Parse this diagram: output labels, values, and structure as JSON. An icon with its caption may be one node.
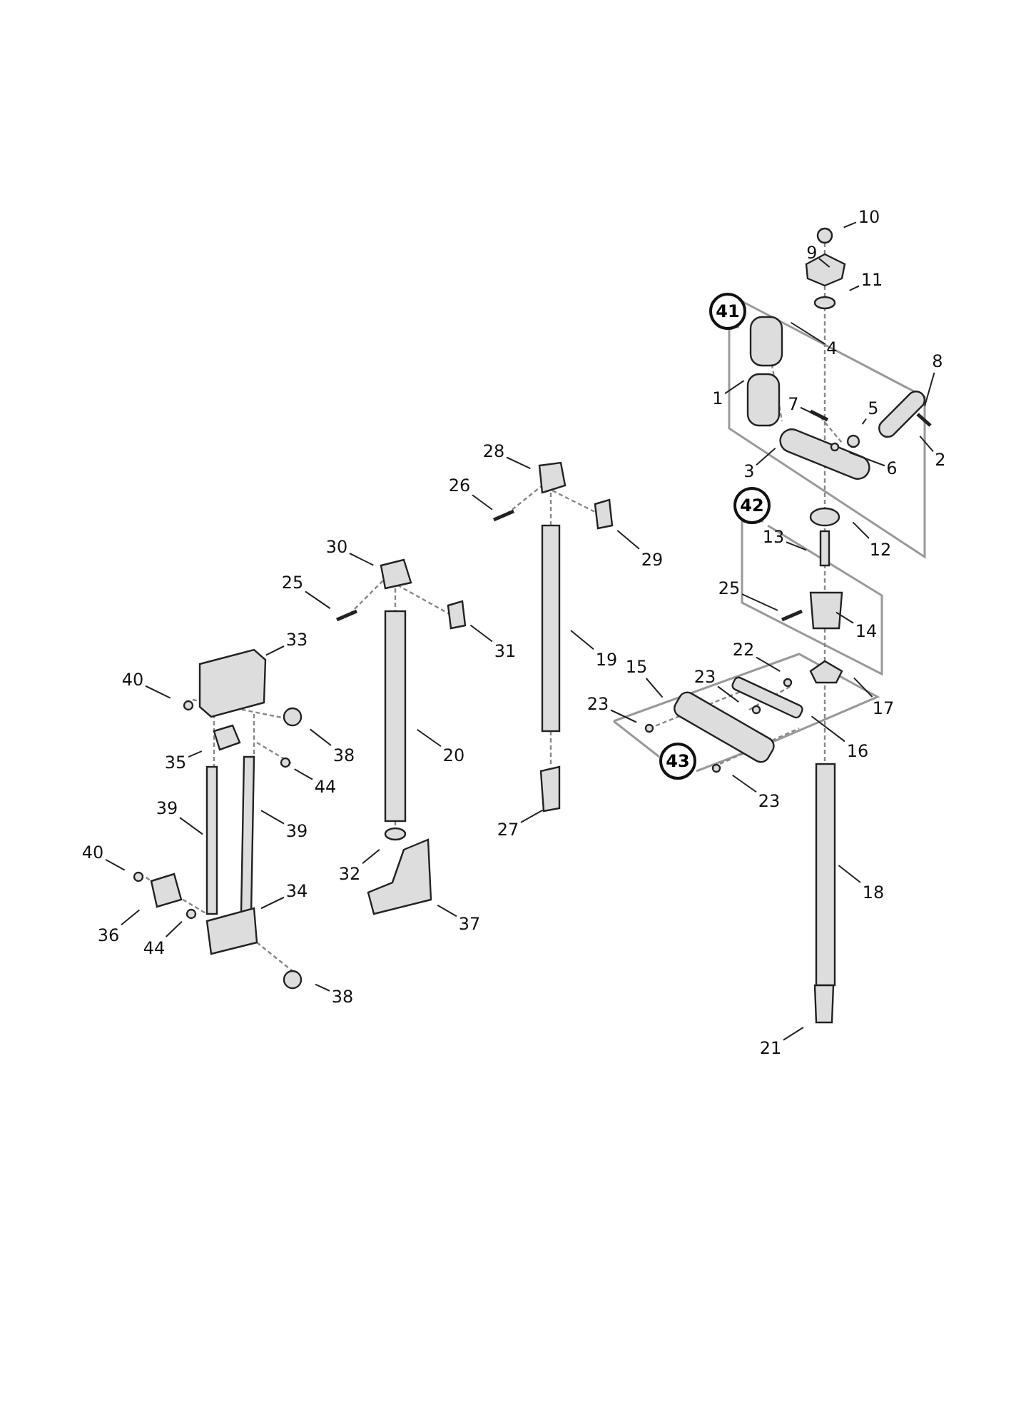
{
  "diagram": {
    "nodes": [
      {
        "text": [
          "10"
        ]
      },
      {
        "text": [
          "9"
        ]
      },
      {
        "text": [
          "11"
        ]
      },
      {
        "text": [
          "41"
        ]
      },
      {
        "text": [
          "4"
        ]
      },
      {
        "text": [
          "8"
        ]
      },
      {
        "text": [
          "1"
        ]
      },
      {
        "text": [
          "7"
        ]
      },
      {
        "text": [
          "5"
        ]
      },
      {
        "text": [
          "2"
        ]
      },
      {
        "text": [
          "3"
        ]
      },
      {
        "text": [
          "6"
        ]
      },
      {
        "text": [
          "28"
        ]
      },
      {
        "text": [
          "26"
        ]
      },
      {
        "text": [
          "42"
        ]
      },
      {
        "text": [
          "13"
        ]
      },
      {
        "text": [
          "12"
        ]
      },
      {
        "text": [
          "30"
        ]
      },
      {
        "text": [
          "29"
        ]
      },
      {
        "text": [
          "25"
        ]
      },
      {
        "text": [
          "25"
        ]
      },
      {
        "text": [
          "14"
        ]
      },
      {
        "text": [
          "33"
        ]
      },
      {
        "text": [
          "31"
        ]
      },
      {
        "text": [
          "22"
        ]
      },
      {
        "text": [
          "19"
        ]
      },
      {
        "text": [
          "15"
        ]
      },
      {
        "text": [
          "40"
        ]
      },
      {
        "text": [
          "23"
        ]
      },
      {
        "text": [
          "23"
        ]
      },
      {
        "text": [
          "17"
        ]
      },
      {
        "text": [
          "16"
        ]
      },
      {
        "text": [
          "38"
        ]
      },
      {
        "text": [
          "20"
        ]
      },
      {
        "text": [
          "43"
        ]
      },
      {
        "text": [
          "35"
        ]
      },
      {
        "text": [
          "44"
        ]
      },
      {
        "text": [
          "23"
        ]
      },
      {
        "text": [
          "39"
        ]
      },
      {
        "text": [
          "27"
        ]
      },
      {
        "text": [
          "39"
        ]
      },
      {
        "text": [
          "40"
        ]
      },
      {
        "text": [
          "32"
        ]
      },
      {
        "text": [
          "18"
        ]
      },
      {
        "text": [
          "34"
        ]
      },
      {
        "text": [
          "37"
        ]
      },
      {
        "text": [
          "36"
        ]
      },
      {
        "text": [
          "44"
        ]
      },
      {
        "text": [
          "38"
        ]
      },
      {
        "text": [
          "21"
        ]
      }
    ],
    "edges": [
      {
        "from": 0,
        "to": null,
        "arrow": "none"
      },
      {
        "from": 1,
        "to": null,
        "arrow": "none"
      },
      {
        "from": 2,
        "to": null,
        "arrow": "none"
      },
      {
        "from": 4,
        "to": null,
        "arrow": "none"
      },
      {
        "from": 5,
        "to": null,
        "arrow": "none"
      },
      {
        "from": 6,
        "to": null,
        "arrow": "none"
      },
      {
        "from": 7,
        "to": null,
        "arrow": "none"
      },
      {
        "from": 8,
        "to": null,
        "arrow": "none"
      },
      {
        "from": 9,
        "to": null,
        "arrow": "none"
      },
      {
        "from": 10,
        "to": null,
        "arrow": "none"
      },
      {
        "from": 11,
        "to": null,
        "arrow": "none"
      },
      {
        "from": 12,
        "to": null,
        "arrow": "none"
      },
      {
        "from": 13,
        "to": null,
        "arrow": "none"
      },
      {
        "from": 15,
        "to": null,
        "arrow": "none"
      },
      {
        "from": 16,
        "to": null,
        "arrow": "none"
      },
      {
        "from": 17,
        "to": null,
        "arrow": "none"
      },
      {
        "from": 18,
        "to": null,
        "arrow": "none"
      },
      {
        "from": 19,
        "to": null,
        "arrow": "none"
      },
      {
        "from": 20,
        "to": null,
        "arrow": "none"
      },
      {
        "from": 21,
        "to": null,
        "arrow": "none"
      },
      {
        "from": 22,
        "to": null,
        "arrow": "none"
      },
      {
        "from": 23,
        "to": null,
        "arrow": "none"
      },
      {
        "from": 24,
        "to": null,
        "arrow": "none"
      },
      {
        "from": 25,
        "to": null,
        "arrow": "none"
      },
      {
        "from": 26,
        "to": null,
        "arrow": "none"
      },
      {
        "from": 27,
        "to": null,
        "arrow": "none"
      },
      {
        "from": 28,
        "to": null,
        "arrow": "none"
      },
      {
        "from": 29,
        "to": null,
        "arrow": "none"
      },
      {
        "from": 30,
        "to": null,
        "arrow": "none"
      },
      {
        "from": 31,
        "to": null,
        "arrow": "none"
      },
      {
        "from": 32,
        "to": null,
        "arrow": "none"
      },
      {
        "from": 33,
        "to": null,
        "arrow": "none"
      },
      {
        "from": 35,
        "to": null,
        "arrow": "none"
      },
      {
        "from": 36,
        "to": null,
        "arrow": "none"
      },
      {
        "from": 37,
        "to": null,
        "arrow": "none"
      },
      {
        "from": 38,
        "to": null,
        "arrow": "none"
      },
      {
        "from": 39,
        "to": null,
        "arrow": "none"
      },
      {
        "from": 40,
        "to": null,
        "arrow": "none"
      },
      {
        "from": 41,
        "to": null,
        "arrow": "none"
      },
      {
        "from": 42,
        "to": null,
        "arrow": "none"
      },
      {
        "from": 43,
        "to": null,
        "arrow": "none"
      },
      {
        "from": 44,
        "to": null,
        "arrow": "none"
      },
      {
        "from": 45,
        "to": null,
        "arrow": "none"
      },
      {
        "from": 46,
        "to": null,
        "arrow": "none"
      },
      {
        "from": 47,
        "to": null,
        "arrow": "none"
      },
      {
        "from": 48,
        "to": null,
        "arrow": "none"
      },
      {
        "from": 49,
        "to": null,
        "arrow": "none"
      }
    ]
  }
}
